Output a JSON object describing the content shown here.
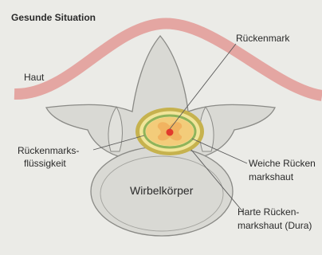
{
  "diagram": {
    "title": "Gesunde Situation",
    "labels": {
      "haut": "Haut",
      "rueckenmark": "Rückenmark",
      "fluessigkeit_line1": "Rückenmarks-",
      "fluessigkeit_line2": "flüssigkeit",
      "weiche_line1": "Weiche Rücken",
      "weiche_line2": "markshaut",
      "harte_line1": "Harte Rücken-",
      "harte_line2": "markshaut (Dura)",
      "wirbelkoerper": "Wirbelkörper"
    },
    "colors": {
      "background": "#ebebe7",
      "bone_fill": "#d9d9d4",
      "bone_stroke": "#8a8a86",
      "skin": "#e4a6a2",
      "dura": "#c6b24e",
      "pia": "#8fb35a",
      "csf": "#f1e59a",
      "cord": "#f3cc7a",
      "core": "#e23a2c",
      "leader": "#5a5a5a"
    }
  }
}
